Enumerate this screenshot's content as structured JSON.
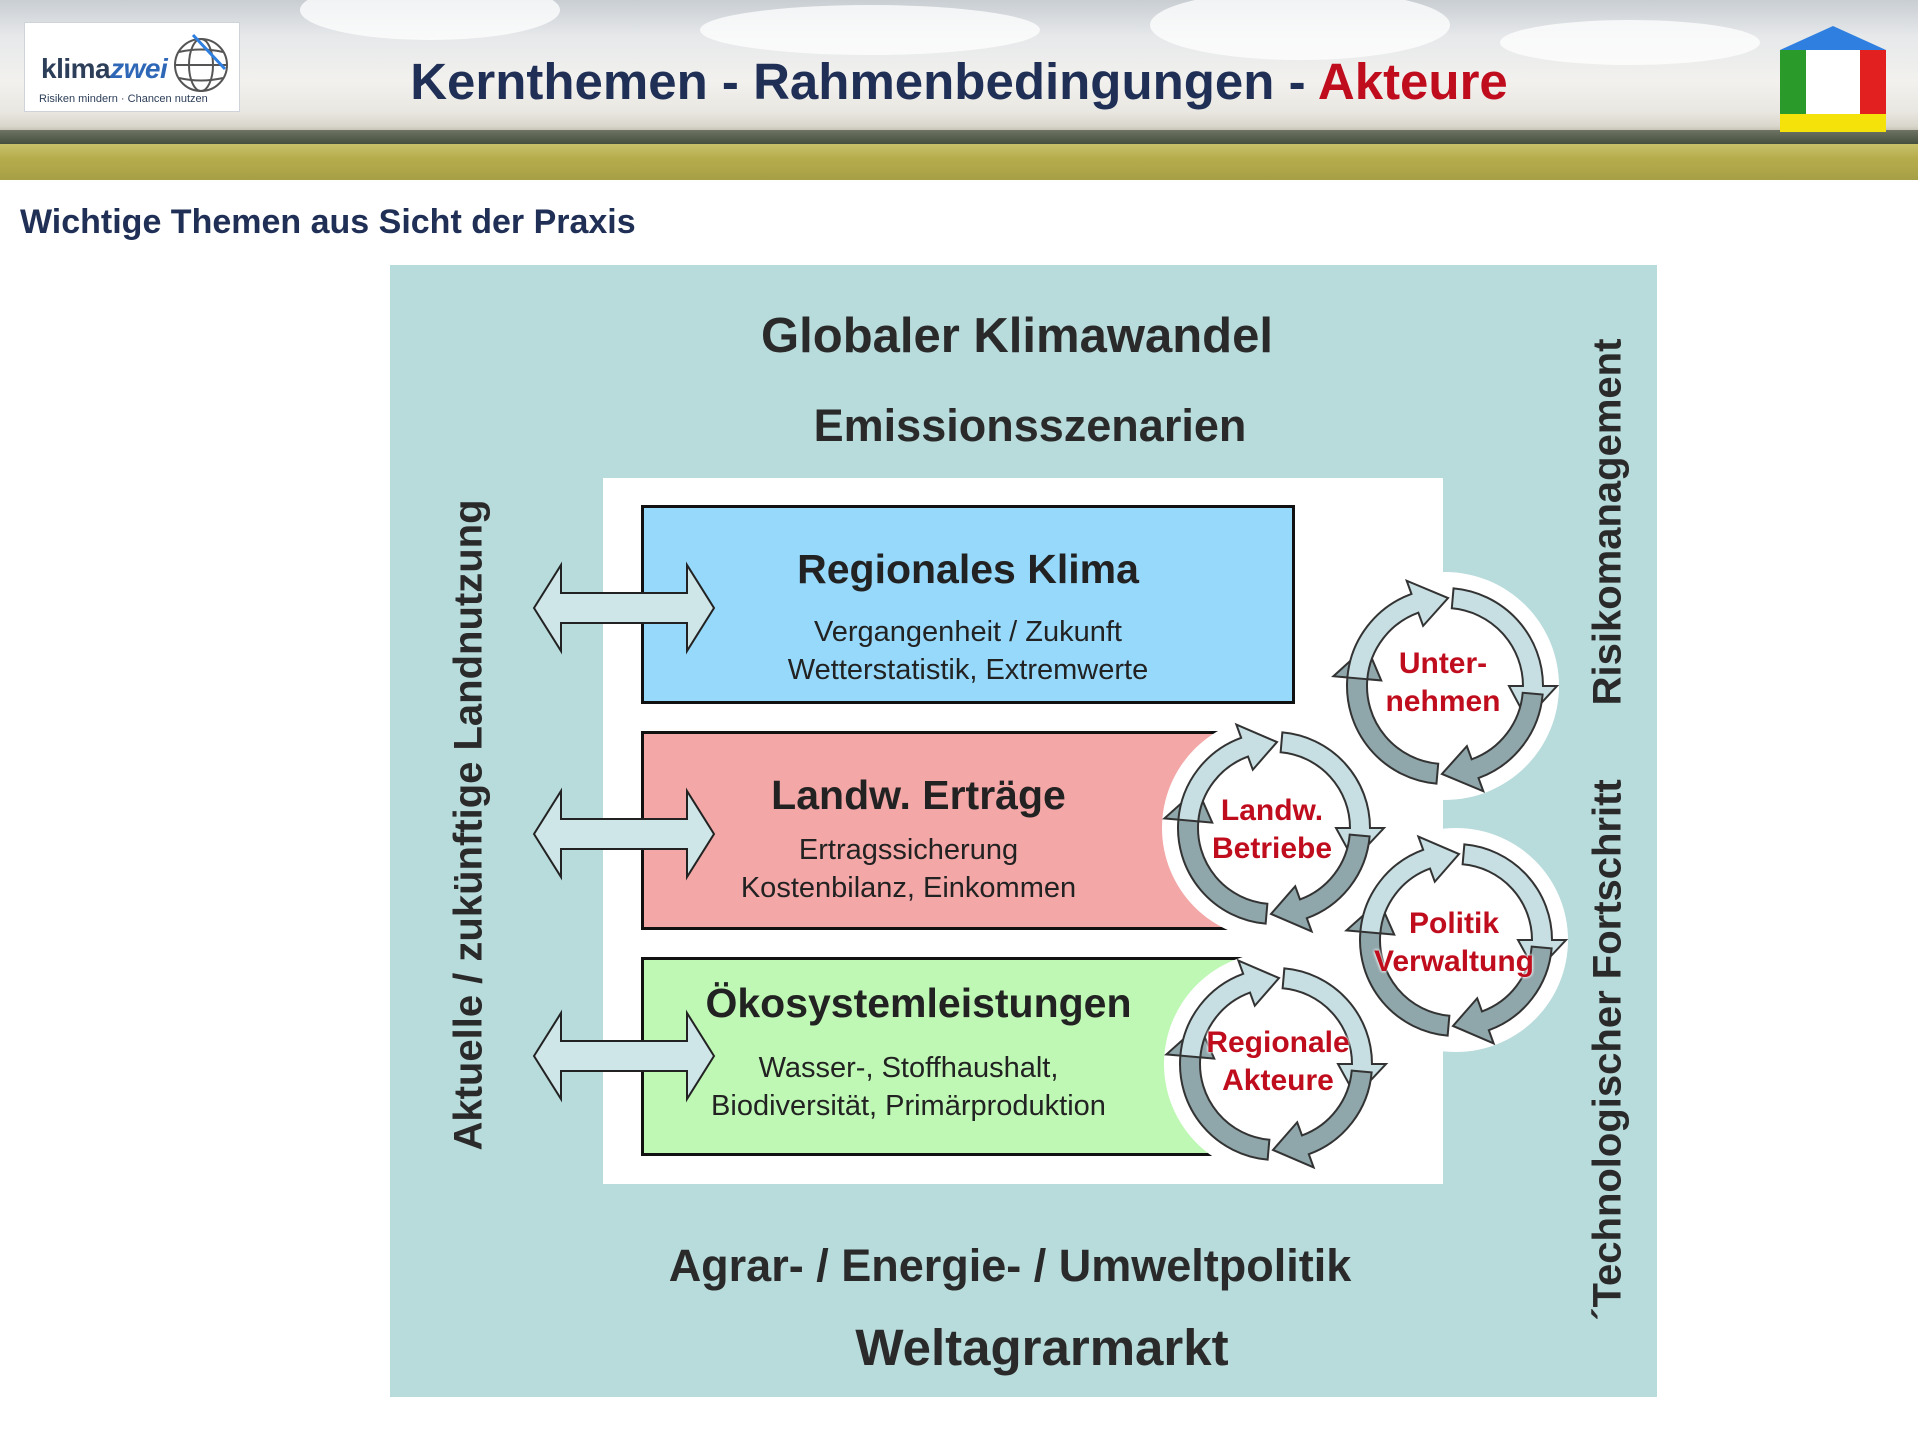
{
  "header": {
    "logo": {
      "name_part1": "klima",
      "name_part2": "zwei",
      "tagline": "Risiken mindern · Chancen nutzen"
    },
    "title_part1": "Kernthemen",
    "sep1": " - ",
    "title_part2": "Rahmenbedingungen",
    "sep2": " - ",
    "title_part3": "Akteure",
    "icon": "house-icon",
    "icon_colors": [
      "#2e7fe0",
      "#2a9a2a",
      "#e32020",
      "#f5e20a"
    ]
  },
  "subtitle": "Wichtige Themen aus Sicht der Praxis",
  "diagram": {
    "top_title": "Globaler Klimawandel",
    "top_subtitle": "Emissionsszenarien",
    "left_label": "Aktuelle / zukünftige Landnutzung",
    "right_label_top": "Risikomanagement",
    "right_label_bottom": "´Technologischer Fortschritt",
    "bottom_line1": "Agrar- / Energie- / Umweltpolitik",
    "bottom_line2": "Weltagrarmarkt",
    "boxes": [
      {
        "title": "Regionales Klima",
        "line1": "Vergangenheit / Zukunft",
        "line2": "Wetterstatistik, Extremwerte",
        "color": "#96d9fb"
      },
      {
        "title": "Landw. Erträge",
        "line1": "Ertragssicherung",
        "line2": "Kostenbilanz, Einkommen",
        "color": "#f3a7a7"
      },
      {
        "title": "Ökosystemleistungen",
        "line1": "Wasser-, Stoffhaushalt,",
        "line2": "Biodiversität, Primärproduktion",
        "color": "#bff8b5"
      }
    ],
    "actors": [
      {
        "line1": "Unter-",
        "line2": "nehmen"
      },
      {
        "line1": "Landw.",
        "line2": "Betriebe"
      },
      {
        "line1": "Politik",
        "line2": "Verwaltung"
      },
      {
        "line1": "Regionale",
        "line2": "Akteure"
      }
    ],
    "colors": {
      "background": "#b8dbdc",
      "actor_text": "#c00d1e",
      "arrow_fill": "#cfe6e8",
      "cycle_dark": "#8fa6aa",
      "cycle_light": "#c7dfe3"
    }
  }
}
